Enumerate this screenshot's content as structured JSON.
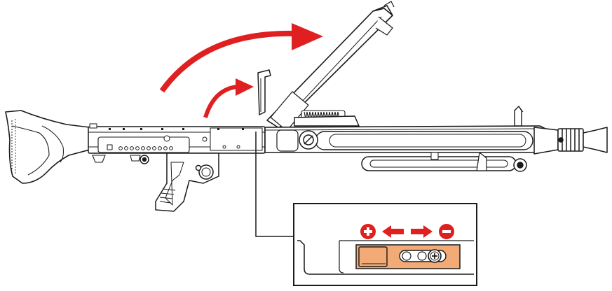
{
  "diagram": {
    "subject": "machine-gun-feed-cover-open-side-view",
    "colors": {
      "line": "#1a1a1a",
      "arrow_red": "#e02020",
      "highlight_orange": "#f2aa76",
      "background": "#ffffff"
    },
    "arrows": [
      {
        "name": "large-curved-arrow",
        "direction": "clockwise-up-right"
      },
      {
        "name": "small-curved-arrow",
        "direction": "clockwise-up-right"
      }
    ],
    "inset": {
      "plus_icon": "plus-circle-icon",
      "minus_icon": "minus-circle-icon",
      "left_arrow": "arrow-left-icon",
      "right_arrow": "arrow-right-icon",
      "slider": "rate-adjuster-slider"
    }
  }
}
